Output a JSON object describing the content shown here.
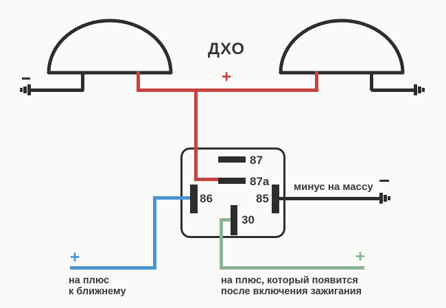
{
  "title": "ДХО",
  "symbols": {
    "plus": "+",
    "minus": "—"
  },
  "icons": {
    "ground": "three-bar chassis ground symbol",
    "minus": "horizontal minus bar",
    "lamp": "dome-shaped DRL lamp outline"
  },
  "relay": {
    "pin_87": "87",
    "pin_87a": "87a",
    "pin_86": "86",
    "pin_85": "85",
    "pin_30": "30"
  },
  "labels": {
    "minus_to_ground": "минус на массу",
    "blue_wire_line1": "на плюс",
    "blue_wire_line2": "к ближнему",
    "green_wire_line1": "на плюс, который появится",
    "green_wire_line2": "после включения  зажигания"
  },
  "colors": {
    "background": "#fafaf8",
    "line": "#2d2d2d",
    "text": "#383838",
    "red": "#c64341",
    "blue": "#4a96d3",
    "green": "#8db498"
  }
}
